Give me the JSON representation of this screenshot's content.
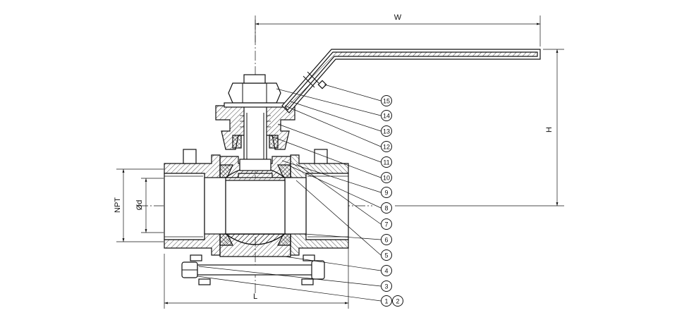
{
  "dimensions": {
    "width": "W",
    "height": "H",
    "length": "L",
    "thread": "NPT",
    "bore": "Ød"
  },
  "callouts": [
    {
      "id": "c15",
      "label": "15"
    },
    {
      "id": "c14",
      "label": "14"
    },
    {
      "id": "c13",
      "label": "13"
    },
    {
      "id": "c12",
      "label": "12"
    },
    {
      "id": "c11",
      "label": "11"
    },
    {
      "id": "c10",
      "label": "10"
    },
    {
      "id": "c9",
      "label": "9"
    },
    {
      "id": "c8",
      "label": "8"
    },
    {
      "id": "c7",
      "label": "7"
    },
    {
      "id": "c6",
      "label": "6"
    },
    {
      "id": "c5",
      "label": "5"
    },
    {
      "id": "c4",
      "label": "4"
    },
    {
      "id": "c3",
      "label": "3"
    },
    {
      "id": "c1",
      "label": "1"
    },
    {
      "id": "c2",
      "label": "2"
    }
  ]
}
